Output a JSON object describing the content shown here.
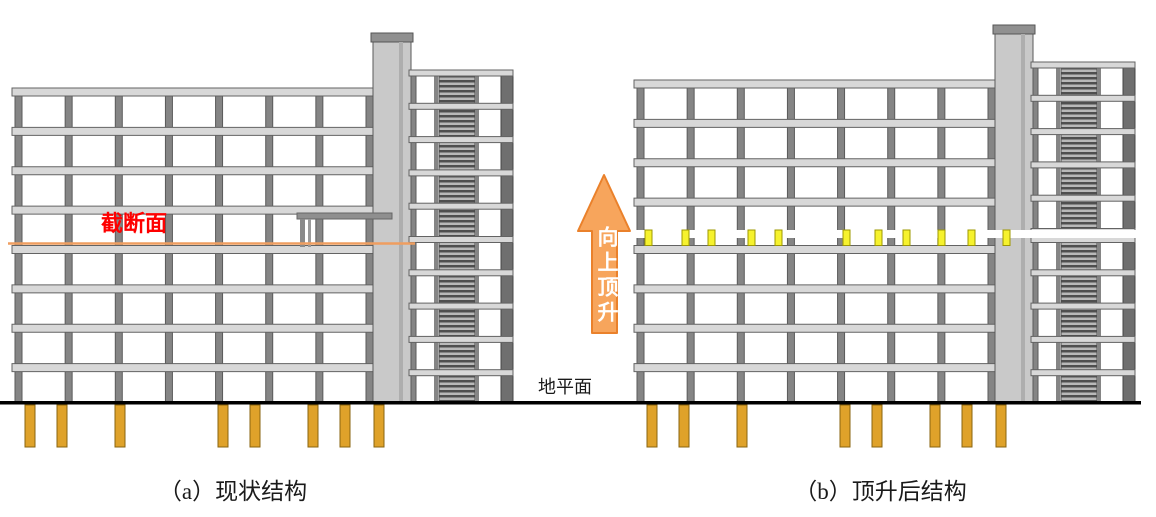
{
  "figure": {
    "caption_a": "（a）现状结构",
    "caption_b": "（b）顶升后结构"
  },
  "annotations": {
    "cut_section_label": "截断面",
    "jack_direction_label": "向上顶升",
    "ground_plane_label": "地平面"
  },
  "colors": {
    "cut_section_text": "#fe0000",
    "cut_line": "#ef9e60",
    "arrow_fill": "#f7a55c",
    "arrow_outline": "#ea812b",
    "arrow_text": "#ffffff",
    "ground_line": "#000000",
    "pile": "#dfa22a",
    "pile_outline": "#8a6410",
    "jack": "#f6f22e",
    "jack_outline": "#9e9800",
    "frame_column": "#858585",
    "frame_column_edge": "#5a5a5a",
    "slab_fill": "#d8d8d8",
    "slab_edge": "#636363",
    "shaft_fill": "#c9c9c9",
    "louver_dark": "#4f4f4f",
    "louver_light": "#b9b9b9",
    "caption_text": "#1a1a1a"
  }
}
